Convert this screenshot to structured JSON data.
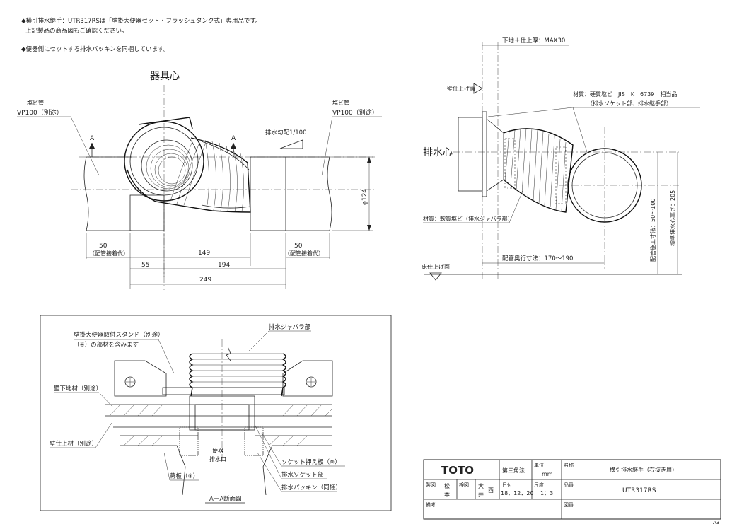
{
  "notes": {
    "line1": "◆横引排水継手：UTR317RSは「壁掛大便器セット・フラッシュタンク式」専用品です。",
    "line2": "上記製品の商品図もご確認ください。",
    "line3": "◆便器側にセットする排水パッキンを同梱しています。"
  },
  "plan": {
    "center_label": "器具心",
    "pipe_left_1": "塩ビ管",
    "pipe_left_2": "VP100（別途）",
    "pipe_right_1": "塩ビ管",
    "pipe_right_2": "VP100（別途）",
    "section_mark": "A",
    "slope": "排水勾配1/100",
    "dia": "φ124",
    "d50": "50",
    "pipe_join": "（配管接着代）",
    "d149": "149",
    "d55": "55",
    "d194": "194",
    "d249": "249"
  },
  "side": {
    "floor_thick": "下地＋仕上厚：MAX30",
    "wall_finish": "壁仕上げ面",
    "material1a": "材質：硬質塩ビ　JIS　K　6739　相当品",
    "material1b": "（排水ソケット部、排水継手部）",
    "center": "排水心",
    "material2": "材質：軟質塩ビ（排水ジャバラ部）",
    "pipe_len": "配管奥行寸法：170〜190",
    "floor_finish": "床仕上げ面",
    "h_range": "配管施工寸法：50〜100",
    "h_std": "標準排水心高さ：205"
  },
  "section": {
    "stand": "壁掛大便器取付スタンド（別途）",
    "stand_note": "（※）の部材を含みます",
    "bellows": "排水ジャバラ部",
    "wall_base": "壁下地材（別途）",
    "wall_finish": "壁仕上材（別途）",
    "outlet_1": "便器",
    "outlet_2": "排水口",
    "socket_plate": "ソケット押え板（※）",
    "socket": "排水ソケット部",
    "cover": "幕板（※）",
    "packing": "排水パッキン（同梱）",
    "title": "A－A断面図"
  },
  "titleblock": {
    "logo": "TOTO",
    "projection": "第三角法",
    "unit_label": "単位",
    "unit": "mm",
    "name_label": "名称",
    "name": "横引排水継手（右抜き用）",
    "drawn_label": "製図",
    "drawn_1": "松",
    "drawn_2": "本",
    "check_label": "検図",
    "check_1": "大",
    "check_2": "井",
    "check_3": "西",
    "date_label": "日付",
    "date": "18．12．20",
    "scale_label": "尺度",
    "scale": "1：3",
    "part_label": "品番",
    "part": "UTR317RS",
    "remarks_label": "備考",
    "drawing_no_label": "図番",
    "sheet_size": "A3"
  }
}
